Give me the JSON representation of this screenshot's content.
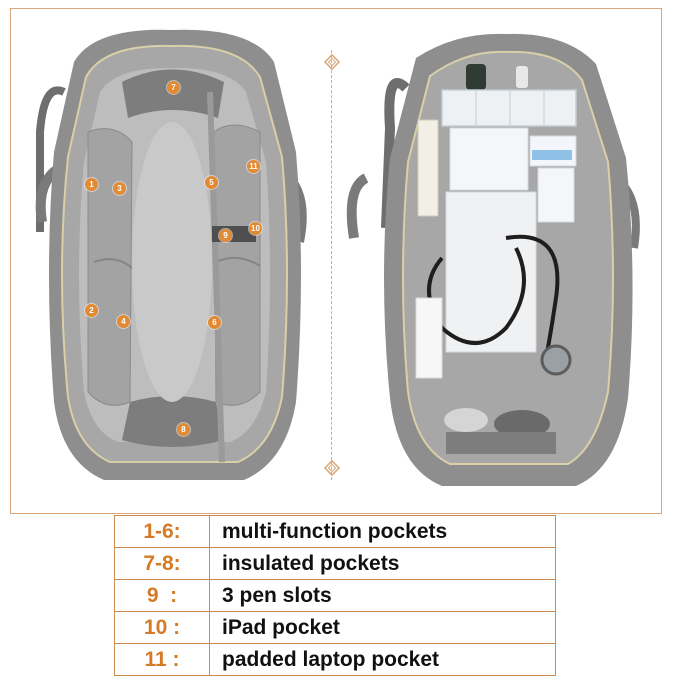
{
  "badges": {
    "b1": "1",
    "b2": "2",
    "b3": "3",
    "b4": "4",
    "b5": "5",
    "b6": "6",
    "b7": "7",
    "b8": "8",
    "b9": "9",
    "b10": "10",
    "b11": "11"
  },
  "legend": [
    {
      "num": "1-6:",
      "desc": "multi-function pockets"
    },
    {
      "num": "7-8:",
      "desc": "insulated pockets"
    },
    {
      "num": "9  :",
      "desc": "3 pen slots"
    },
    {
      "num": "10 :",
      "desc": "iPad pocket"
    },
    {
      "num": "11 :",
      "desc": "padded laptop pocket"
    }
  ],
  "colors": {
    "accent": "#e28a34",
    "border": "#d9a77a",
    "bag": "#8c8c8c"
  },
  "icons": [
    "diamond-ornament-icon"
  ]
}
